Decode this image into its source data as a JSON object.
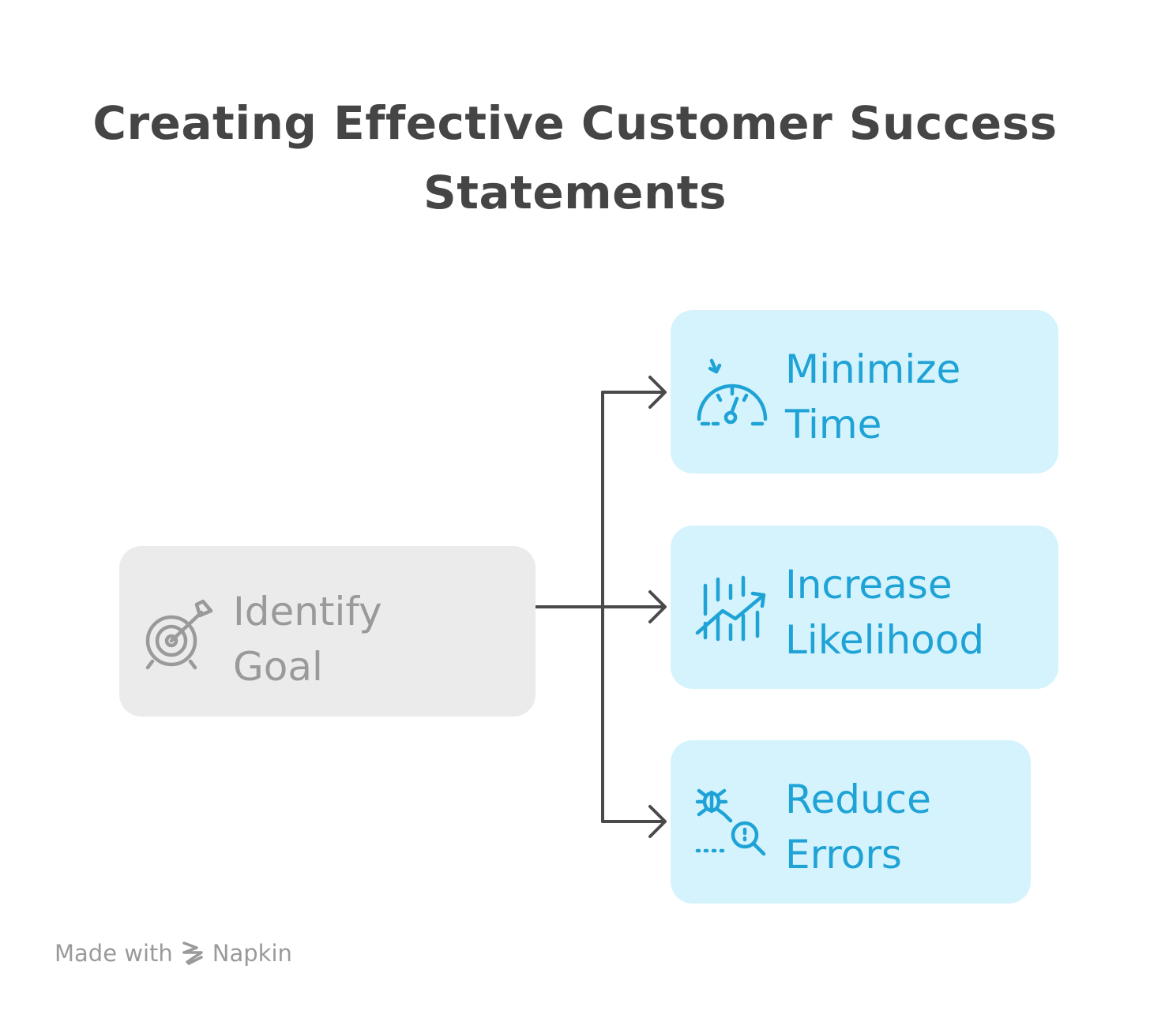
{
  "title": {
    "line1": "Creating Effective Customer Success",
    "line2": "Statements"
  },
  "source": {
    "icon": "target-arrow-icon",
    "line1": "Identify",
    "line2": "Goal"
  },
  "targets": [
    {
      "icon": "speedometer-down-icon",
      "line1": "Minimize",
      "line2": "Time"
    },
    {
      "icon": "growth-chart-icon",
      "line1": "Increase",
      "line2": "Likelihood"
    },
    {
      "icon": "bug-search-icon",
      "line1": "Reduce",
      "line2": "Errors"
    }
  ],
  "footer": {
    "made_with": "Made with",
    "brand": "Napkin",
    "logo_icon": "napkin-logo-icon"
  },
  "colors": {
    "source_fill": "#ebebeb",
    "source_text": "#9a9a9a",
    "target_fill": "#d4f3fc",
    "target_text": "#1fa3d6",
    "title_text": "#454545",
    "connector": "#4a4a4a"
  }
}
